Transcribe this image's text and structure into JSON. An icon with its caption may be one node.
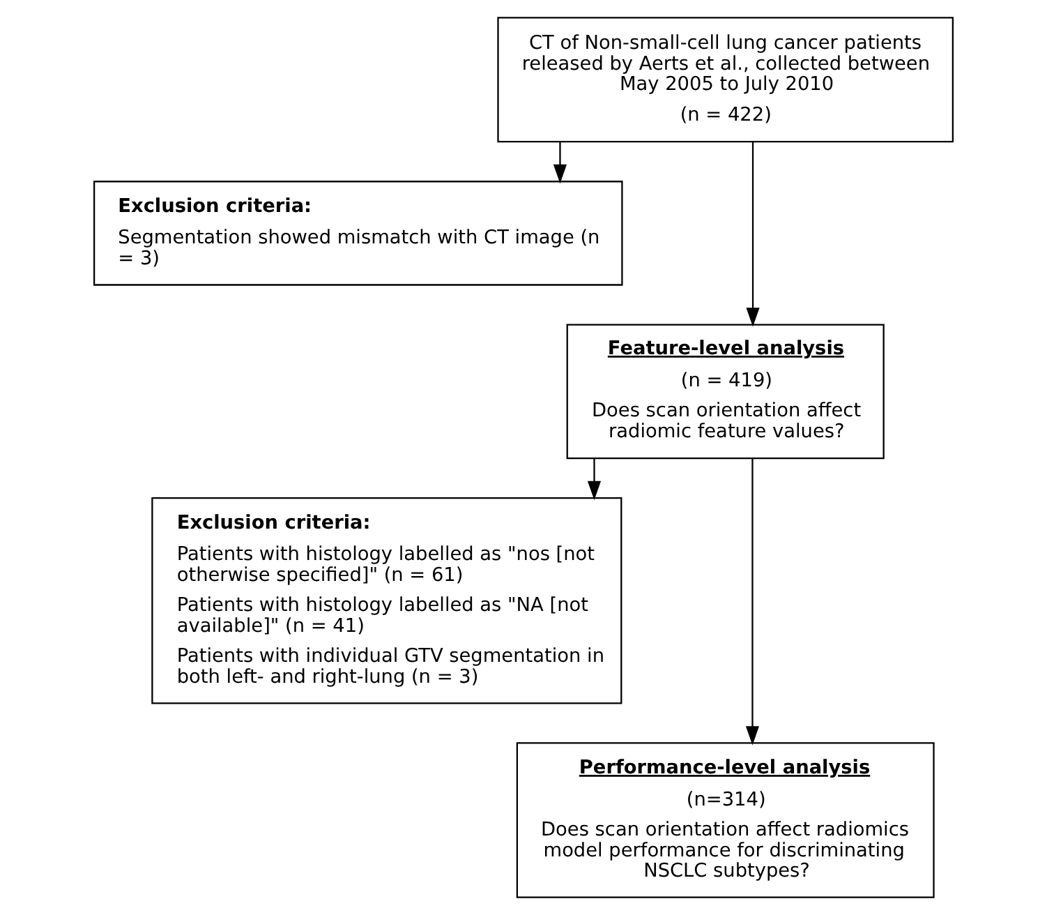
{
  "diagram": {
    "nodes": [
      {
        "text": [
          "CT of Non-small-cell lung cancer patients released by Aerts et al., collected between May 2005 to July 2010",
          "(n = 422)"
        ]
      },
      {
        "text": [
          "Exclusion criteria:",
          "Segmentation showed mismatch with CT image (n = 3)"
        ]
      },
      {
        "text": [
          "Feature-level analysis",
          "(n = 419)",
          "Does scan orientation affect radiomic feature values?"
        ]
      },
      {
        "text": [
          "Exclusion criteria:",
          "Patients with histology labelled as \"nos [not otherwise specified]\" (n = 61)",
          "Patients with histology labelled as \"NA [not available]\" (n = 41)",
          "Patients with individual GTV segmentation in both left- and right-lung (n = 3)"
        ]
      },
      {
        "text": [
          "Performance-level analysis",
          "(n=314)",
          "Does scan orientation affect radiomics model performance for discriminating NSCLC subtypes?"
        ]
      }
    ],
    "edges": [
      {
        "from": 0,
        "to": 2,
        "arrow": "to"
      },
      {
        "from": 0,
        "to": 1,
        "arrow": "to"
      },
      {
        "from": 2,
        "to": 4,
        "arrow": "to"
      },
      {
        "from": 2,
        "to": 3,
        "arrow": "to"
      }
    ]
  }
}
